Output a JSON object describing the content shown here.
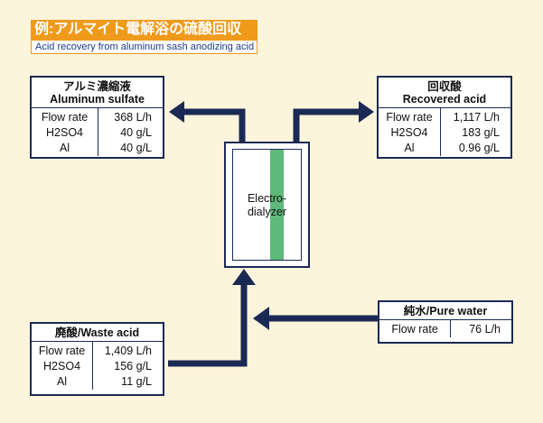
{
  "title": "例:アルマイト電解浴の硫酸回収",
  "subtitle": "Acid recovery from aluminum sash anodizing acid",
  "colors": {
    "banner": "#f09a1c",
    "arrow": "#1b2a55",
    "membrane": "#5eb97a",
    "background": "#fdf4dc"
  },
  "device": {
    "label_line1": "Electro-",
    "label_line2": "dialyzer"
  },
  "aluminum_sulfate": {
    "heading_jp": "アルミ濃縮液",
    "heading_en": "Aluminum sulfate",
    "rows": [
      {
        "label": "Flow rate",
        "value": "368 L/h"
      },
      {
        "label": "H2SO4",
        "value": "40 g/L"
      },
      {
        "label": "Al",
        "value": "40 g/L"
      }
    ]
  },
  "recovered_acid": {
    "heading_jp": "回収酸",
    "heading_en": "Recovered acid",
    "rows": [
      {
        "label": "Flow rate",
        "value": "1,117 L/h"
      },
      {
        "label": "H2SO4",
        "value": "183 g/L"
      },
      {
        "label": "Al",
        "value": "0.96 g/L"
      }
    ]
  },
  "waste_acid": {
    "heading": "廃酸/Waste acid",
    "rows": [
      {
        "label": "Flow rate",
        "value": "1,409 L/h"
      },
      {
        "label": "H2SO4",
        "value": "156 g/L"
      },
      {
        "label": "Al",
        "value": "11 g/L"
      }
    ]
  },
  "pure_water": {
    "heading": "純水/Pure water",
    "rows": [
      {
        "label": "Flow rate",
        "value": "76 L/h"
      }
    ]
  }
}
